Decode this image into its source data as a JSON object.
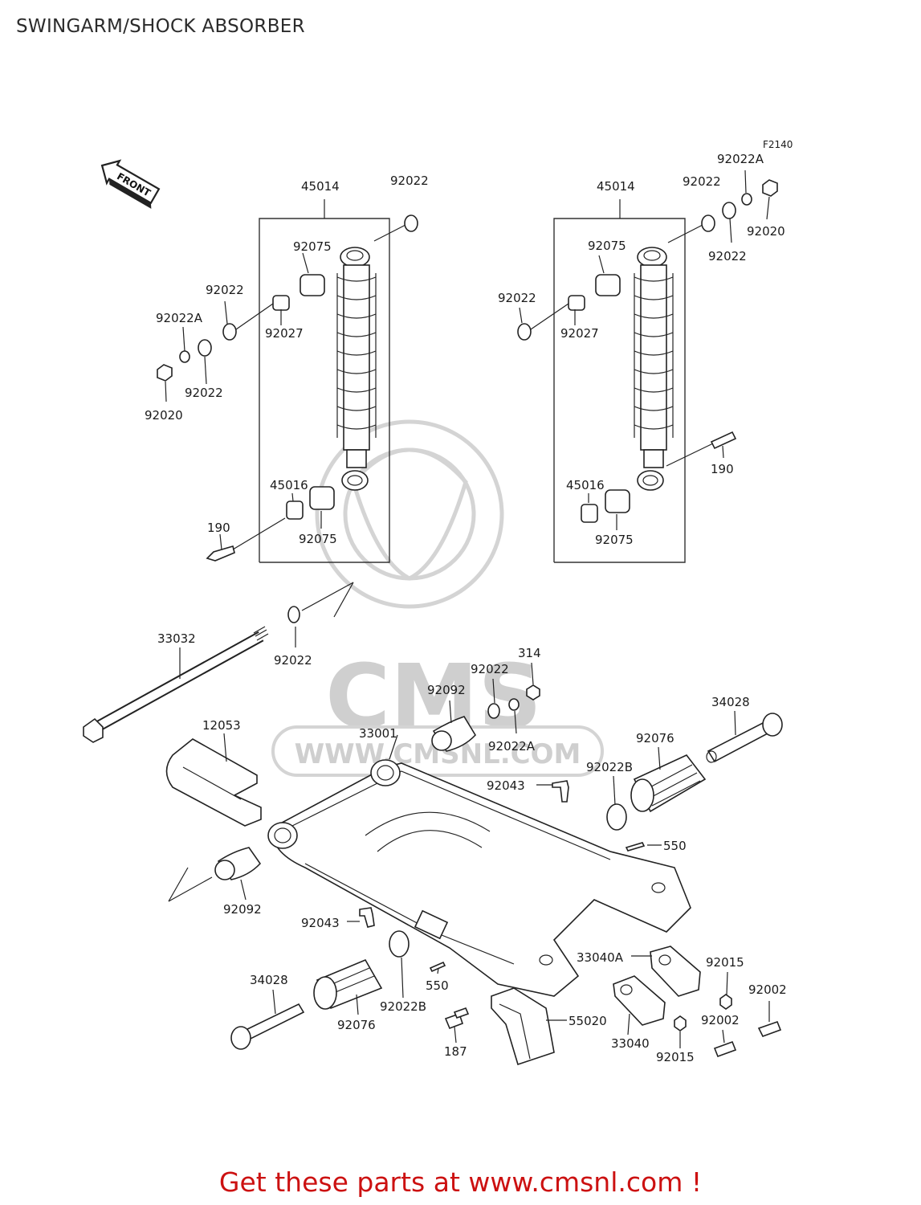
{
  "title": "SWINGARM/SHOCK ABSORBER",
  "figure_code": "F2140",
  "front_marker": "FRONT",
  "watermark": {
    "brand": "CMS",
    "url": "WWW.CMSNL.COM"
  },
  "promo_text": "Get these parts at www.cmsnl.com !",
  "labels": {
    "l45014": "45014",
    "l92022": "92022",
    "l92022a": "92022A",
    "l92022b": "92022B",
    "l92020": "92020",
    "l92075": "92075",
    "l92027": "92027",
    "l45016": "45016",
    "l190": "190",
    "l33032": "33032",
    "l314": "314",
    "l92092": "92092",
    "l33001": "33001",
    "l34028": "34028",
    "l12053": "12053",
    "l92076": "92076",
    "l92043": "92043",
    "l550": "550",
    "l33040a": "33040A",
    "l33040": "33040",
    "l92015": "92015",
    "l92002": "92002",
    "l55020": "55020",
    "l187": "187"
  }
}
